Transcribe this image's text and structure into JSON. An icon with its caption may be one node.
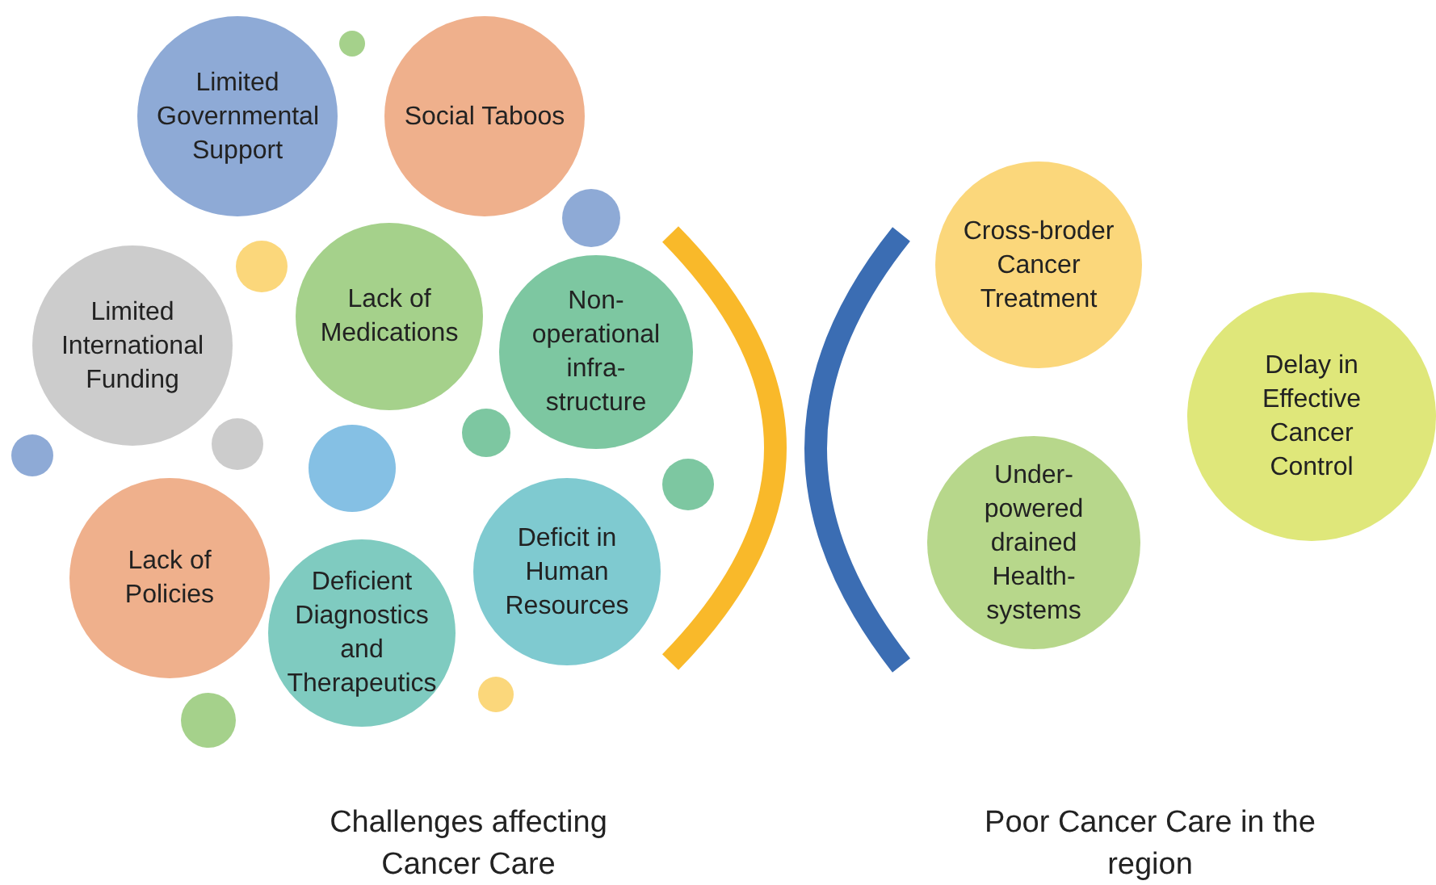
{
  "diagram": {
    "nodes": [
      {
        "text": [
          "Limited Governmental Support"
        ]
      },
      {
        "text": [
          "Social Taboos"
        ]
      },
      {
        "text": [
          "Limited International Funding"
        ]
      },
      {
        "text": [
          "Lack of Medications"
        ]
      },
      {
        "text": [
          "Non-operational infra-structure"
        ]
      },
      {
        "text": [
          "Lack of Policies"
        ]
      },
      {
        "text": [
          "Deficient Diagnostics and Therapeutics"
        ]
      },
      {
        "text": [
          "Deficit in Human Resources"
        ]
      },
      {
        "text": [
          "Cross-broder Cancer Treatment"
        ]
      },
      {
        "text": [
          "Delay in Effective Cancer Control"
        ]
      },
      {
        "text": [
          "Under-powered drained Health-systems"
        ]
      },
      {
        "text": [],
        "shape": "circle"
      },
      {
        "text": [],
        "shape": "circle"
      },
      {
        "text": [],
        "shape": "circle"
      },
      {
        "text": [],
        "shape": "circle"
      },
      {
        "text": [],
        "shape": "circle"
      },
      {
        "text": [],
        "shape": "circle"
      },
      {
        "text": [],
        "shape": "circle"
      },
      {
        "text": [],
        "shape": "circle"
      },
      {
        "text": [],
        "shape": "circle"
      },
      {
        "text": [],
        "shape": "circle"
      }
    ],
    "labels": [
      "Challenges affecting Cancer Care",
      "Poor Cancer Care in the region"
    ]
  }
}
